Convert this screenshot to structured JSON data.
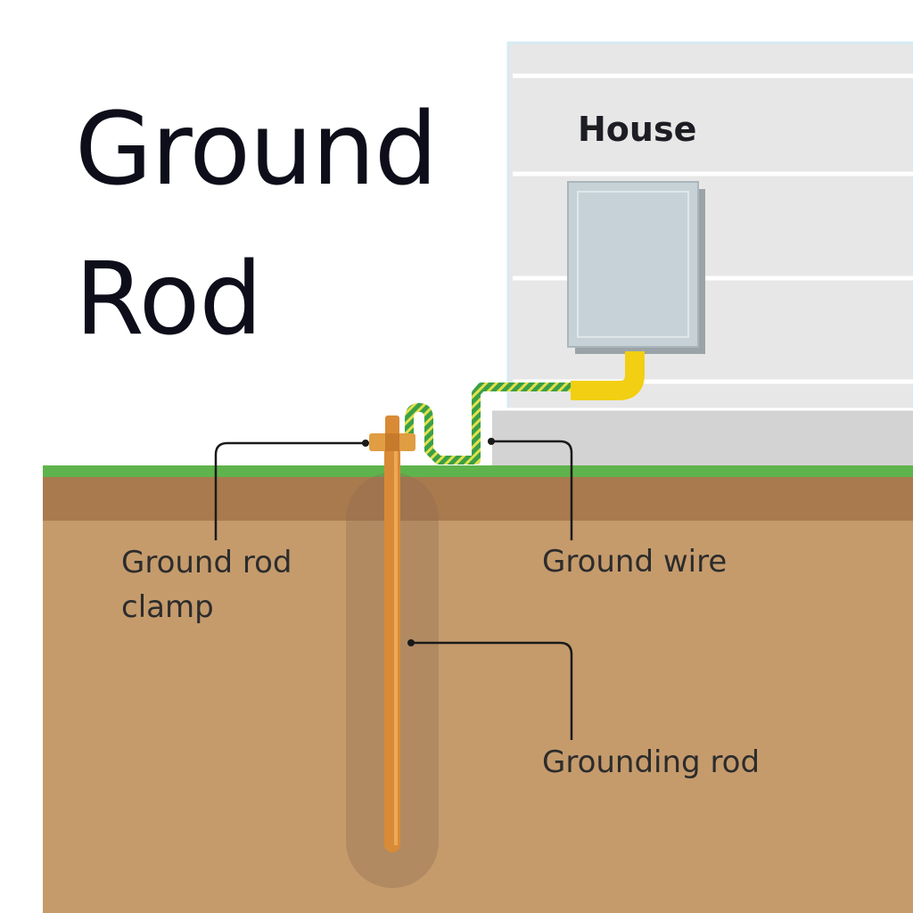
{
  "title": {
    "line1": "Ground",
    "line2": "Rod"
  },
  "house": {
    "label": "House"
  },
  "labels": {
    "clamp_line1": "Ground rod",
    "clamp_line2": "clamp",
    "wire": "Ground wire",
    "rod": "Grounding rod"
  },
  "colors": {
    "grass": "#5fb34c",
    "topsoil": "#a97a4e",
    "soil": "#c59b6c",
    "siding": "#e7e7e7",
    "foundation": "#d3d3d3",
    "meter_box": "#c6d2d8",
    "conduit": "#f2cf12",
    "ground_wire": "#3aa048",
    "rod": "#d98a36",
    "clamp": "#e09d42",
    "leader": "#1a1a1a"
  }
}
